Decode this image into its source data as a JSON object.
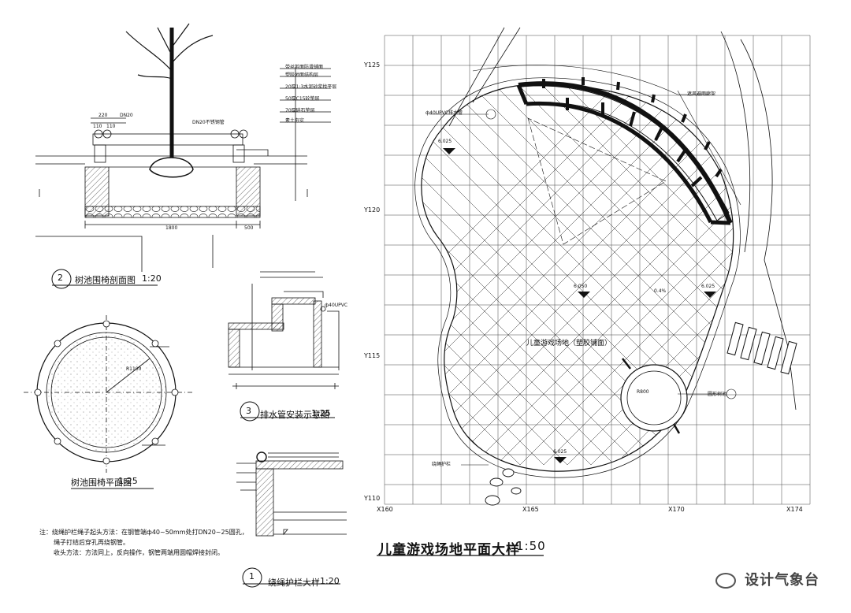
{
  "titles": {
    "plan": "儿童游戏场地平面大样",
    "plan_scale": "1:50",
    "section2": "树池围椅剖面图",
    "section2_scale": "1:20",
    "section2_num": "2",
    "plan_tree": "树池围椅平面图",
    "plan_tree_scale": "1:25",
    "section3": "排水管安装示意图",
    "section3_scale": "1:25",
    "section3_num": "3",
    "section1": "绕绳护栏大样",
    "section1_scale": "1:20",
    "section1_num": "1"
  },
  "grid": {
    "y_labels": [
      "Y125",
      "Y120",
      "Y115",
      "Y110"
    ],
    "x_labels": [
      "X160",
      "X165",
      "X170",
      "X174"
    ]
  },
  "plan_labels": {
    "center": "儿童游戏场地（塑胶铺面）",
    "el1": "6.025",
    "el2": "6.050",
    "el3": "6.025",
    "el4": "6.025",
    "pipe": "ф40UPVC排水管",
    "rope": "绕绳护栏",
    "wind": "遮风避雨廊架",
    "seat": "圆形树池",
    "pct": "0.4%",
    "r800": "R800"
  },
  "section_labels": {
    "layers": [
      "带丝剪面防滑铺面",
      "塑胶地面结构层",
      "20厚1:3水泥砂浆找平层",
      "50厚C15砼垫层",
      "70厚碎石垫层",
      "素土夯实"
    ],
    "dims": [
      "1800",
      "500",
      "220",
      "110",
      "110",
      "DN20"
    ],
    "tree_pipe": "DN20不锈钢管",
    "drain": "ф40UPVC",
    "r1100": "R1100"
  },
  "notes": {
    "line1": "注：绕绳护栏绳子起头方法：在钢管端ф40~50mm处打DN20~25圆孔，",
    "line2": "绳子打结后穿孔再绕钢管。",
    "line3": "收头方法：方法同上，反向操作，钢管两端用圆帽焊接封闭。"
  },
  "watermark": "设计气象台"
}
